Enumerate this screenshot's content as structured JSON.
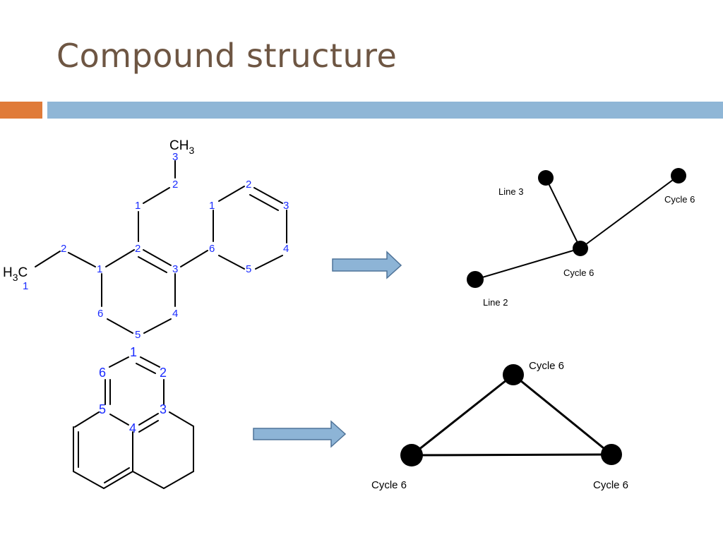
{
  "title": "Compound structure",
  "colors": {
    "title": "#6e5643",
    "accent_orange": "#e07b39",
    "accent_blue": "#8fb6d6",
    "atom_numbers": "#1a2cff",
    "arrow_fill": "#8db4d6"
  },
  "molecule1": {
    "ch3_top": {
      "main": "CH",
      "sub": "3"
    },
    "h3c_left": {
      "pre": "H",
      "sub": "3",
      "main": "C"
    },
    "numbers": {
      "ch3": "3",
      "ethyl_c2": "2",
      "ethyl_c1": "1",
      "left_ring_c1": "1",
      "left_ring_c2": "2",
      "left_ring_c3": "3",
      "left_ring_c4": "4",
      "left_ring_c5": "5",
      "left_ring_c6": "6",
      "right_ring_c1": "1",
      "right_ring_c2": "2",
      "right_ring_c3": "3",
      "right_ring_c4": "4",
      "right_ring_c5": "5",
      "right_ring_c6": "6",
      "chain2_c2": "2",
      "methyl_c1": "1"
    }
  },
  "molecule2": {
    "numbers": {
      "n1": "1",
      "n2": "2",
      "n3": "3",
      "n4": "4",
      "n5": "5",
      "n6": "6"
    }
  },
  "graph1": {
    "labels": {
      "top_left": "Line 3",
      "top_right": "Cycle 6",
      "center": "Cycle 6",
      "bottom_left": "Line 2"
    }
  },
  "graph2": {
    "labels": {
      "top": "Cycle 6",
      "left": "Cycle 6",
      "right": "Cycle 6"
    }
  }
}
